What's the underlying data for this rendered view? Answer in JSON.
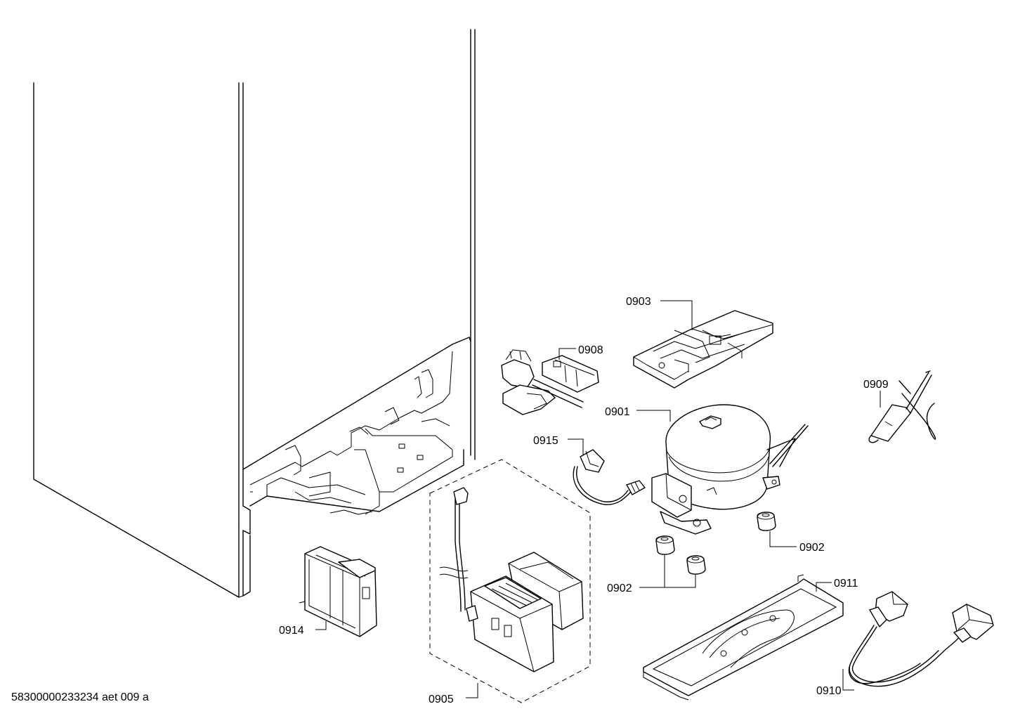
{
  "drawing_id": "58300000233234 aet 009 a",
  "labels": {
    "p0903": "0903",
    "p0908": "0908",
    "p0909": "0909",
    "p0901": "0901",
    "p0915": "0915",
    "p0902_right": "0902",
    "p0902_left": "0902",
    "p0911": "0911",
    "p0914": "0914",
    "p0910": "0910",
    "p0905": "0905"
  }
}
